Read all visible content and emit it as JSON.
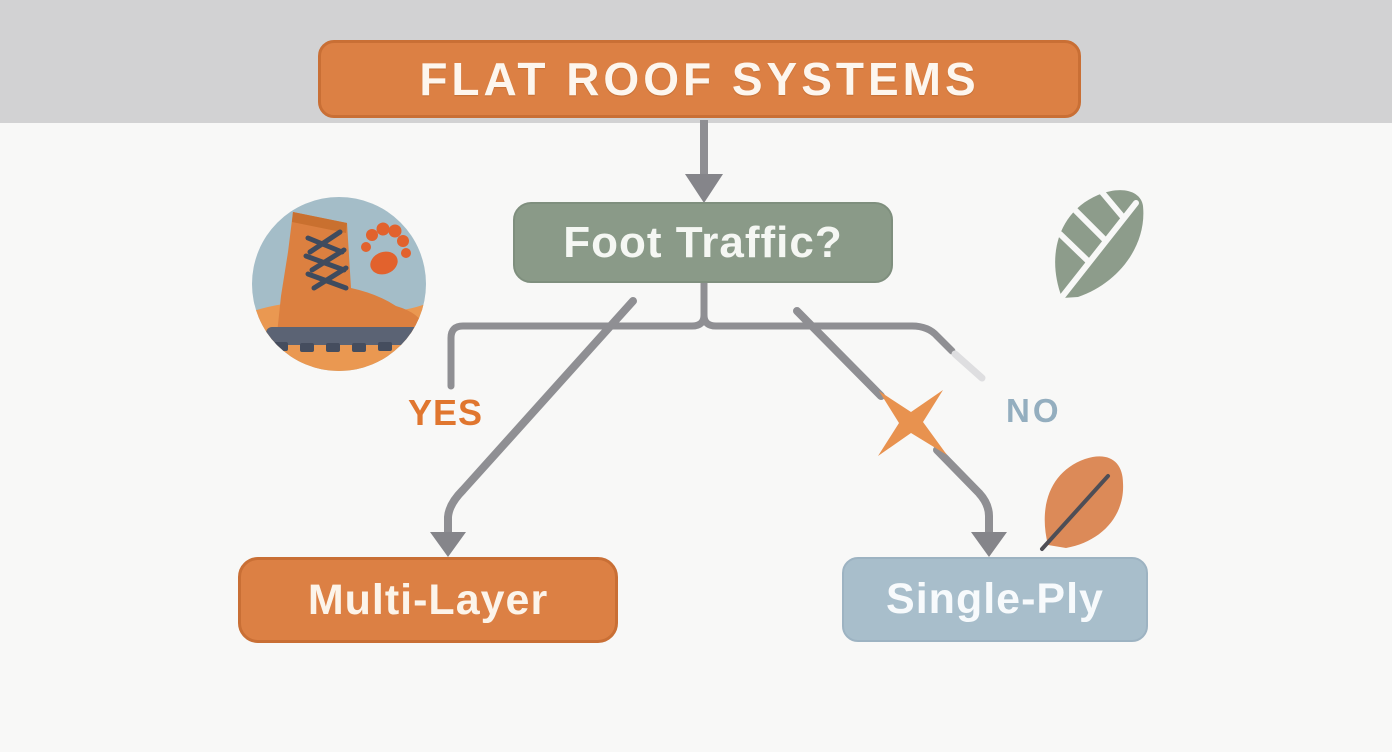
{
  "diagram": {
    "title": "FLAT ROOF SYSTEMS",
    "decision": {
      "label": "Foot Traffic?"
    },
    "branch_yes": {
      "label": "YES",
      "node": "Multi-Layer"
    },
    "branch_no": {
      "label": "NO",
      "node": "Single-Ply"
    },
    "icons": {
      "boot_badge": "work-boot-with-paw-print-badge",
      "sage_leaf": "sage-leaf-icon",
      "orange_leaf": "orange-leaf-icon",
      "x_mark": "orange-x-spark-icon",
      "arrows": "gray-flow-arrows"
    },
    "colors": {
      "accent_orange": "#dc8044",
      "sage_green": "#8a9a88",
      "slate_blue": "#a8becb",
      "connector_gray": "#8f8f93",
      "yes_text": "#e0762f",
      "no_text": "#94aebf",
      "background": "#f8f8f7",
      "top_band": "#d2d2d3",
      "x_mark": "#e8924f"
    }
  }
}
